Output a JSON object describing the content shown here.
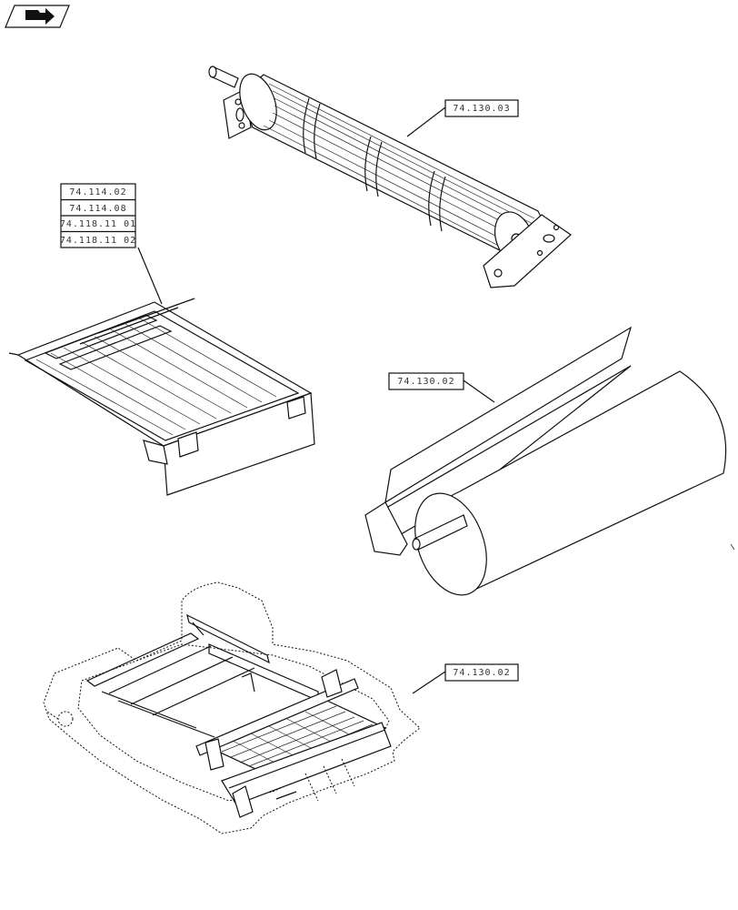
{
  "nav_icon": {
    "name": "next-page-arrow-icon"
  },
  "callouts": {
    "drum": "74.130.03",
    "tray": [
      "74.114.02",
      "74.114.08",
      "74.118.11 01",
      "74.118.11 02"
    ],
    "roller": "74.130.02",
    "frame": "74.130.02"
  },
  "colors": {
    "line": "#111111",
    "label_text": "#333333",
    "background": "#ffffff"
  }
}
